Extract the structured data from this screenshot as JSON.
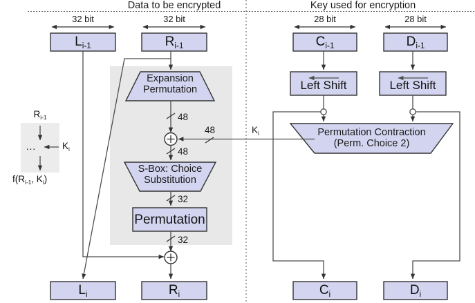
{
  "title": "DES single round structure",
  "headers": {
    "left": "Data to be encrypted",
    "right": "Key used for encryption"
  },
  "bit_labels": {
    "l_prev": "32 bit",
    "r_prev": "32 bit",
    "c_prev": "28 bit",
    "d_prev": "28 bit"
  },
  "registers": {
    "l_prev": "L",
    "l_prev_sub": "i-1",
    "r_prev": "R",
    "r_prev_sub": "i-1",
    "c_prev": "C",
    "c_prev_sub": "i-1",
    "d_prev": "D",
    "d_prev_sub": "i-1",
    "l_next": "L",
    "l_next_sub": "i",
    "r_next": "R",
    "r_next_sub": "i",
    "c_next": "C",
    "c_next_sub": "i",
    "d_next": "D",
    "d_next_sub": "i"
  },
  "blocks": {
    "expansion_line1": "Expansion",
    "expansion_line2": "Permutation",
    "sbox_line1": "S-Box: Choice",
    "sbox_line2": "Substitution",
    "permutation": "Permutation",
    "left_shift_c": "Left Shift",
    "left_shift_d": "Left Shift",
    "contraction_line1": "Permutation Contraction",
    "contraction_line2": "(Perm. Choice 2)"
  },
  "wire_labels": {
    "exp_out": "48",
    "xor_out": "48",
    "key_in": "48",
    "sbox_out": "32",
    "perm_out": "32",
    "subkey": "K",
    "subkey_sub": "i"
  },
  "inset": {
    "input": "R",
    "input_sub": "i-1",
    "dots": "...",
    "key": "K",
    "key_sub": "i",
    "output_prefix": "f(R",
    "output_sub1": "i-1",
    "output_mid": ", K",
    "output_sub2": "i",
    "output_suffix": ")"
  },
  "colors": {
    "box_fill": "#d3d4ef",
    "box_stroke": "#333333",
    "region_fill": "#e8e8e8",
    "wire": "#4d4d4d",
    "text": "#1a1a1a",
    "page_bg": "#ffffff"
  }
}
